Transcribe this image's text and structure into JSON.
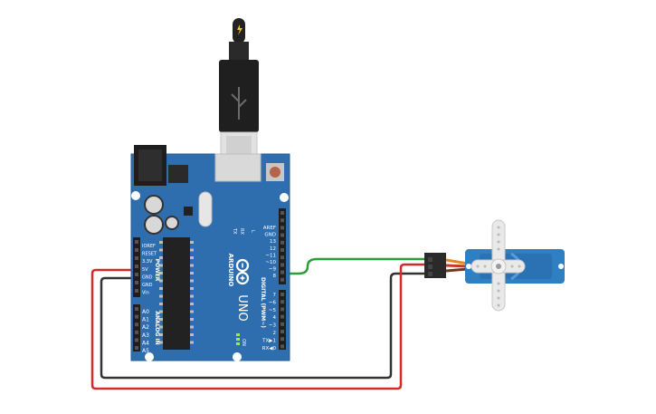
{
  "board": {
    "brand_logo": "ARDUINO",
    "model": "UNO",
    "power_header_title": "POWER",
    "analog_header_title": "ANALOG IN",
    "digital_header_title": "DIGITAL (PWM~)",
    "led_tx": "TX",
    "led_rx": "RX",
    "led_l": "L",
    "led_on": "ON",
    "power_pins": [
      "IOREF",
      "RESET",
      "3.3V",
      "5V",
      "GND",
      "GND",
      "Vin"
    ],
    "analog_pins": [
      "A0",
      "A1",
      "A2",
      "A3",
      "A4",
      "A5"
    ],
    "top_pins": [
      "AREF",
      "GND",
      "13",
      "12",
      "~11",
      "~10",
      "~9",
      "8"
    ],
    "bottom_pins": [
      "7",
      "~6",
      "~5",
      "4",
      "~3",
      "2",
      "TX▶1",
      "RX◀0"
    ],
    "colors": {
      "board": "#2f6eae",
      "board_edge": "#245d96",
      "header": "#1e1e1e",
      "reset_button": "#b5634a"
    }
  },
  "usb": {
    "icon": "lightning-icon",
    "usb_symbol": "usb-icon"
  },
  "servo": {
    "colors": {
      "body": "#2f7fc3",
      "horn": "#e9e9e9",
      "connector": "#2a2a2a"
    }
  },
  "wires": {
    "signal_color": "#2e9e3a",
    "power_color": "#d42a2a",
    "ground_color": "#333333"
  }
}
